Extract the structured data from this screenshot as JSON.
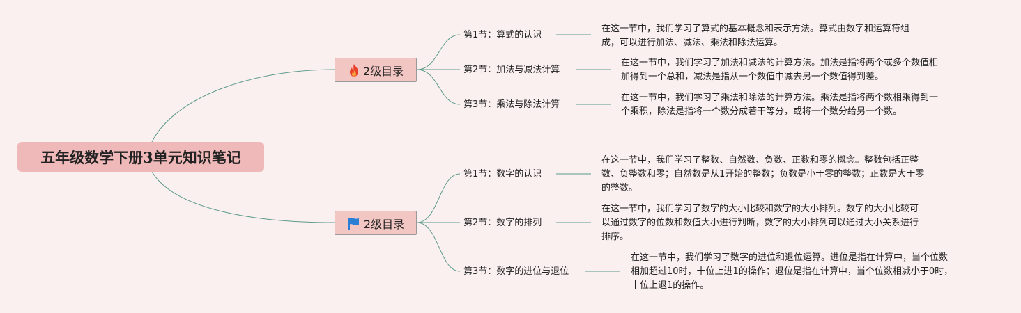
{
  "root": {
    "label": "五年级数学下册3单元知识笔记"
  },
  "branches": [
    {
      "label": "2级目录",
      "icon": "fire-icon",
      "sections": [
        {
          "title": "第1节：算式的认识",
          "lines": [
            "在这一节中，我们学习了算式的基本概念和表示方法。算式由数字和运算符组",
            "成，可以进行加法、减法、乘法和除法运算。"
          ]
        },
        {
          "title": "第2节：加法与减法计算",
          "lines": [
            "在这一节中，我们学习了加法和减法的计算方法。加法是指将两个或多个数值相",
            "加得到一个总和，减法是指从一个数值中减去另一个数值得到差。"
          ]
        },
        {
          "title": "第3节：乘法与除法计算",
          "lines": [
            "在这一节中，我们学习了乘法和除法的计算方法。乘法是指将两个数相乘得到一",
            "个乘积，除法是指将一个数分成若干等分，或将一个数分给另一个数。"
          ]
        }
      ]
    },
    {
      "label": "2级目录",
      "icon": "flag-icon",
      "sections": [
        {
          "title": "第1节：数字的认识",
          "lines": [
            "在这一节中，我们学习了整数、自然数、负数、正数和零的概念。整数包括正整",
            "数、负整数和零；自然数是从1开始的整数；负数是小于零的整数；正数是大于零",
            "的整数。"
          ]
        },
        {
          "title": "第2节：数字的排列",
          "lines": [
            "在这一节中，我们学习了数字的大小比较和数字的大小排列。数字的大小比较可",
            "以通过数字的位数和数值大小进行判断，数字的大小排列可以通过大小关系进行",
            "排序。"
          ]
        },
        {
          "title": "第3节：数字的进位与退位",
          "lines": [
            "在这一节中，我们学习了数字的进位和退位运算。进位是指在计算中，当个位数",
            "相加超过10时，十位上进1的操作；退位是指在计算中，当个位数相减小于0时，",
            "十位上退1的操作。"
          ]
        }
      ]
    }
  ],
  "colors": {
    "background": "#faf0f0",
    "root_fill": "#f0b9b9",
    "node_fill": "#f2c6c2",
    "link": "#5b9a8b",
    "fire": "#e8402a",
    "flag": "#2a7fd4"
  }
}
